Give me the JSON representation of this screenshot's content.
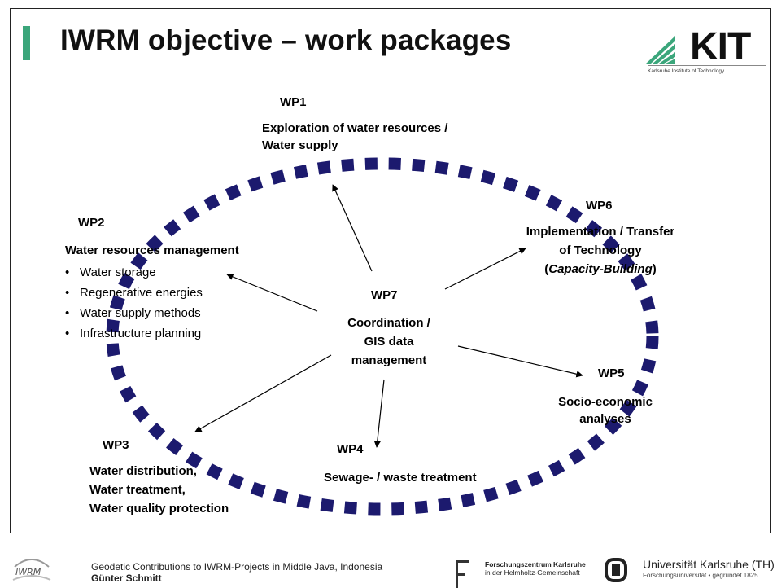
{
  "title": "IWRM objective – work packages",
  "logo": {
    "brand": "KIT",
    "subtitle": "Karlsruhe Institute of Technology"
  },
  "work_packages": {
    "wp1": {
      "id": "WP1",
      "lines": [
        "Exploration of water resources /",
        "Water supply"
      ]
    },
    "wp2": {
      "id": "WP2",
      "heading": "Water resources management",
      "bullets": [
        "Water storage",
        "Regenerative energies",
        "Water supply methods",
        "Infrastructure planning"
      ]
    },
    "wp3": {
      "id": "WP3",
      "lines": [
        "Water distribution,",
        "Water treatment,",
        "Water quality protection"
      ]
    },
    "wp4": {
      "id": "WP4",
      "lines": [
        "Sewage- / waste treatment"
      ]
    },
    "wp5": {
      "id": "WP5",
      "lines": [
        "Socio-economic",
        "analyses"
      ]
    },
    "wp6": {
      "id": "WP6",
      "lines": [
        "Implementation / Transfer",
        "of Technology"
      ],
      "capacity_open": "(",
      "capacity": "Capacity-Building",
      "capacity_close": ")"
    },
    "wp7": {
      "id": "WP7",
      "lines": [
        "Coordination /",
        "GIS data",
        "management"
      ]
    }
  },
  "footer": {
    "project_line": "Geodetic Contributions to IWRM-Projects in Middle Java, Indonesia",
    "author": "Günter Schmitt",
    "iwrm_logo_text": "IWRM",
    "fzk_line1": "Forschungszentrum Karlsruhe",
    "fzk_line2": "in der Helmholtz-Gemeinschaft",
    "uni_name": "Universität Karlsruhe (TH)",
    "uni_sub": "Forschungsuniversität • gegründet 1825"
  },
  "colors": {
    "accent": "#3ba67b",
    "ellipse": "#1c1a6e",
    "text": "#000000"
  },
  "icons": {
    "kit_logo": "kit-logo-icon",
    "iwrm_logo": "iwrm-logo-icon",
    "fzk_logo": "fzk-logo-icon",
    "uni_logo": "university-seal-icon"
  }
}
